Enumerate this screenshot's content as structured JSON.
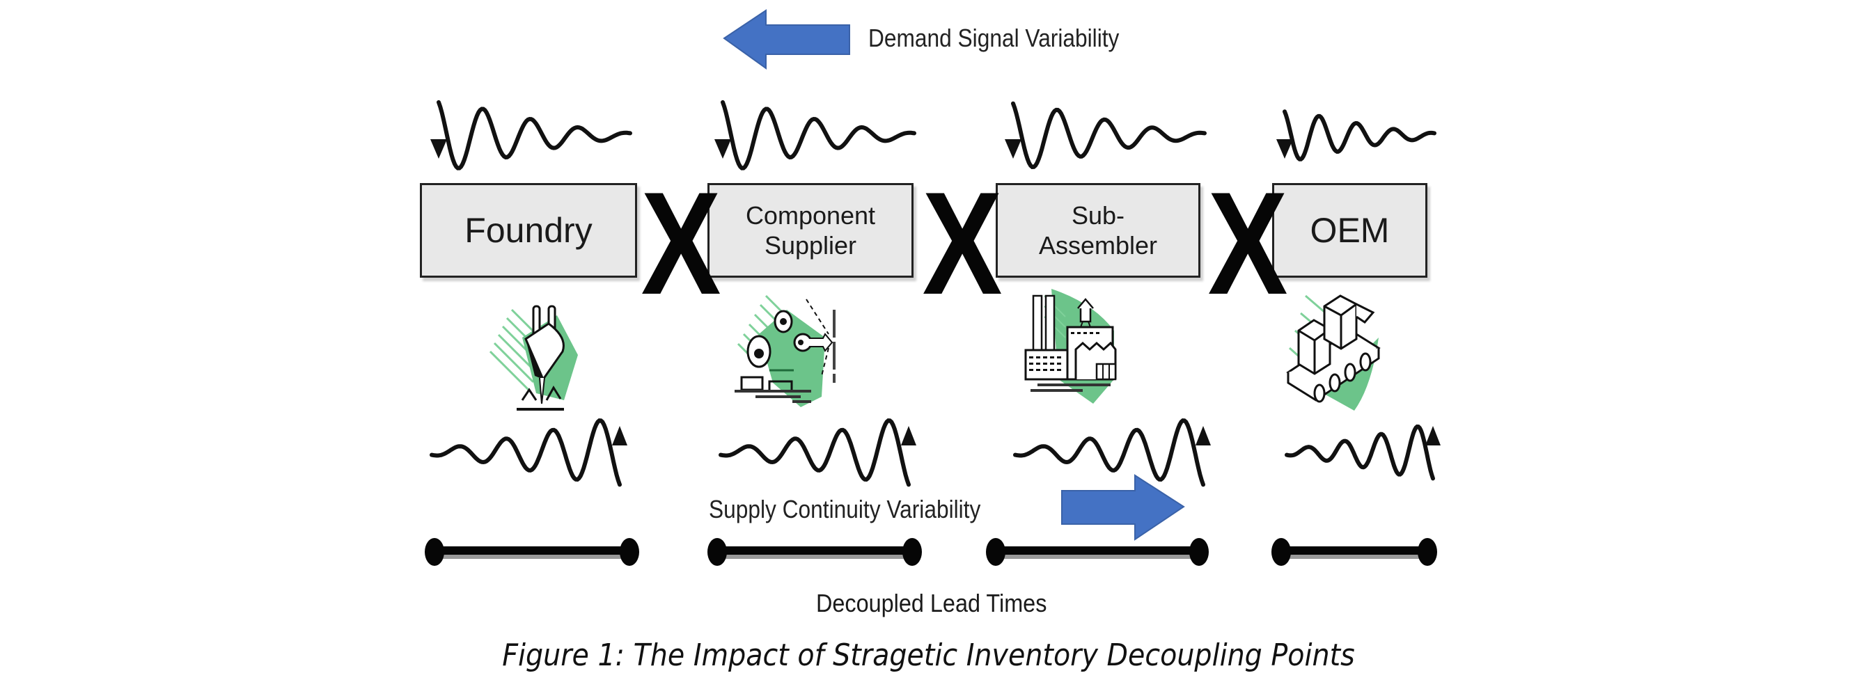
{
  "top_flow": {
    "label": "Demand Signal Variability",
    "arrow_direction": "left",
    "arrow_color": "#4472c4",
    "arrow_icon": "arrow-left-icon"
  },
  "stages": [
    {
      "name": "Foundry",
      "icon": "foundry-ladle-icon"
    },
    {
      "name": "Component Supplier",
      "icon": "robot-arm-icon"
    },
    {
      "name": "Sub-\nAssembler",
      "icon": "factory-icon"
    },
    {
      "name": "OEM",
      "icon": "conveyor-boxes-icon"
    }
  ],
  "decoupling_marker": {
    "glyph": "X",
    "count": 3
  },
  "demand_waves": {
    "icon": "damped-wave-arrow-left-icon",
    "count": 4
  },
  "supply_waves": {
    "icon": "growing-wave-arrow-up-icon",
    "count": 4
  },
  "bottom_flow": {
    "label": "Supply Continuity Variability",
    "arrow_direction": "right",
    "arrow_color": "#4472c4",
    "arrow_icon": "arrow-right-icon"
  },
  "lead_times": {
    "label": "Decoupled Lead Times",
    "segments": 4,
    "icon": "lead-time-bar-icon"
  },
  "accent_green": "#6cc48a",
  "caption": "Figure 1: The Impact of Stragetic Inventory Decoupling Points"
}
